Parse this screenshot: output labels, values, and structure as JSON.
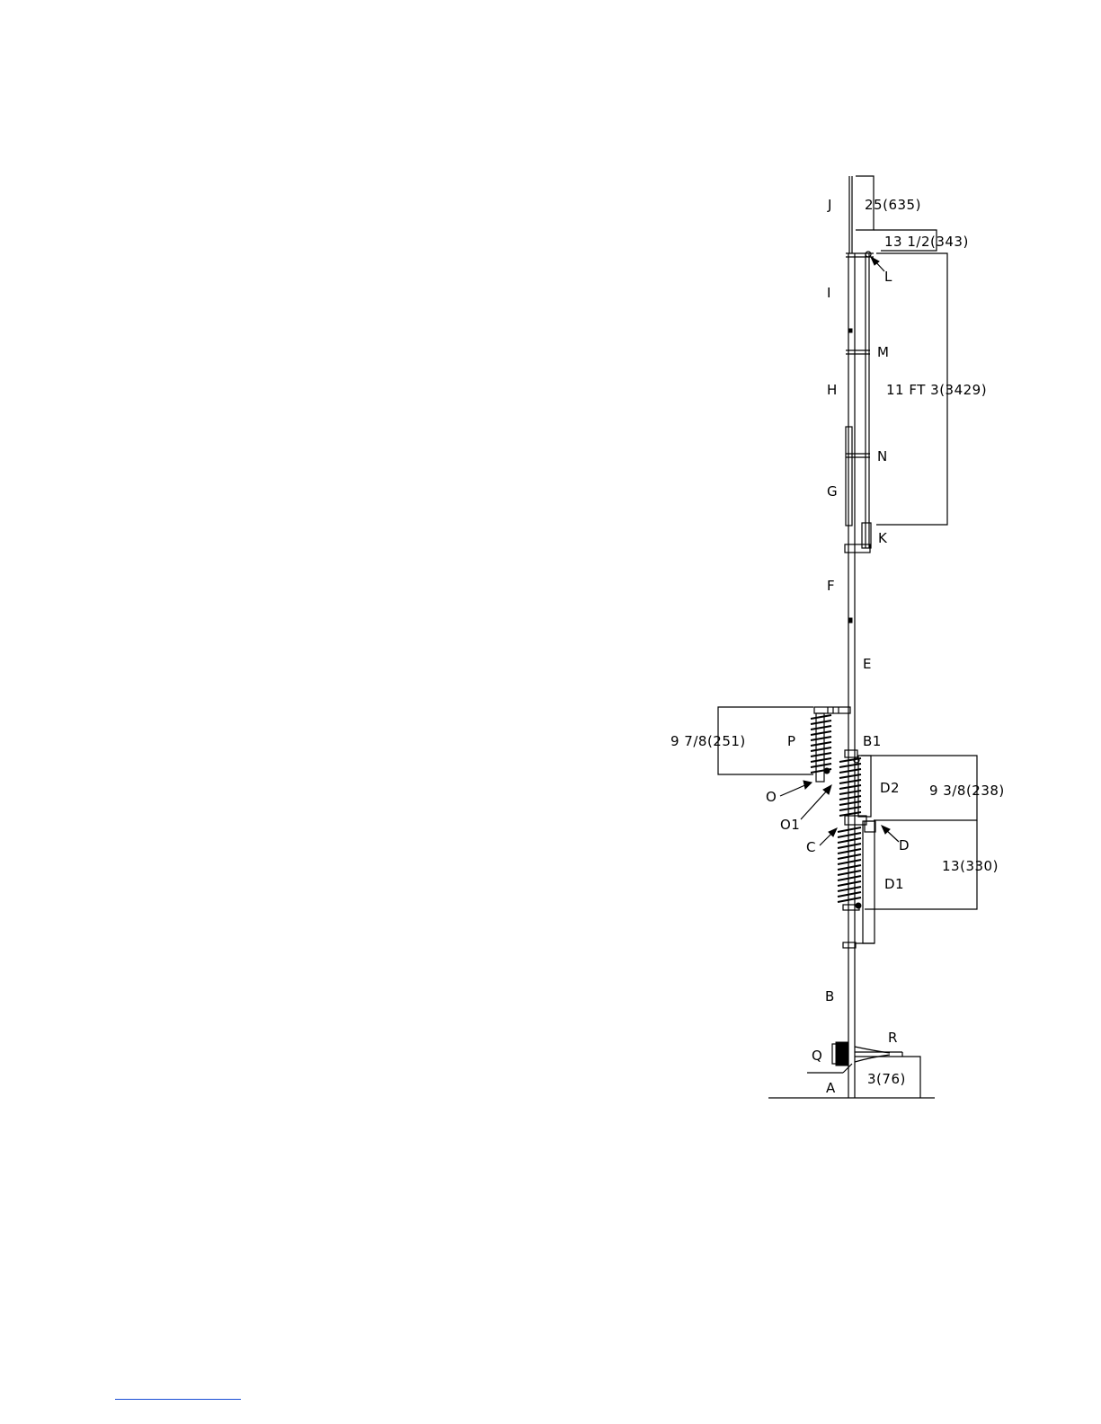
{
  "diagram": {
    "part_labels": {
      "A": "A",
      "B": "B",
      "B1": "B1",
      "C": "C",
      "D": "D",
      "D1": "D1",
      "D2": "D2",
      "E": "E",
      "F": "F",
      "G": "G",
      "H": "H",
      "I": "I",
      "J": "J",
      "K": "K",
      "L": "L",
      "M": "M",
      "N": "N",
      "O": "O",
      "O1": "O1",
      "P": "P",
      "Q": "Q",
      "R": "R"
    },
    "dimensions": {
      "top_whip": "25(635)",
      "top_offset": "13 1/2(343)",
      "upper_section": "11 FT 3(3429)",
      "coil_p": "9 7/8(251)",
      "coil_d2": "9 3/8(238)",
      "coil_d1": "13(330)",
      "base_height": "3(76)"
    },
    "colors": {
      "line": "#000000",
      "footer_rule": "#1a4fd6"
    }
  }
}
